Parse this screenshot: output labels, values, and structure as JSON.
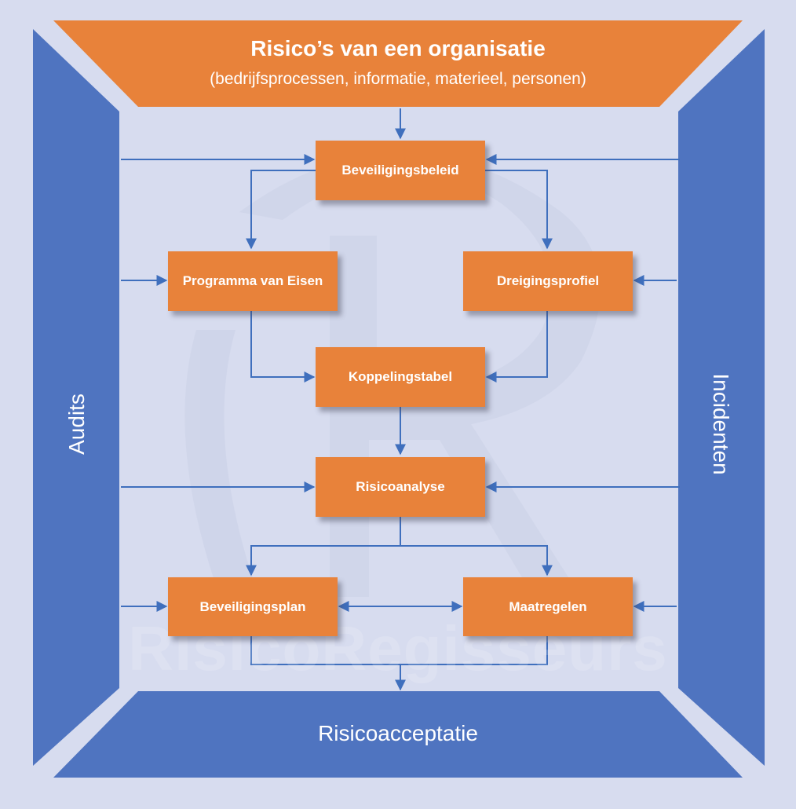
{
  "header": {
    "title": "Risico’s van een organisatie",
    "subtitle": "(bedrijfsprocessen, informatie, materieel, personen)"
  },
  "sides": {
    "left": "Audits",
    "right": "Incidenten",
    "bottom": "Risicoacceptatie"
  },
  "boxes": {
    "beveiligingsbeleid": "Beveiligingsbeleid",
    "programma_van_eisen": "Programma van Eisen",
    "dreigingsprofiel": "Dreigingsprofiel",
    "koppelingstabel": "Koppelingstabel",
    "risicoanalyse": "Risicoanalyse",
    "beveiligingsplan": "Beveiligingsplan",
    "maatregelen": "Maatregelen"
  },
  "watermark": "RisicoRegisseurs",
  "colors": {
    "background": "#d7dcef",
    "blue_frame": "#4f74c0",
    "orange": "#e8823a",
    "arrow": "#3f6fbd",
    "text_light": "#ffffff"
  }
}
